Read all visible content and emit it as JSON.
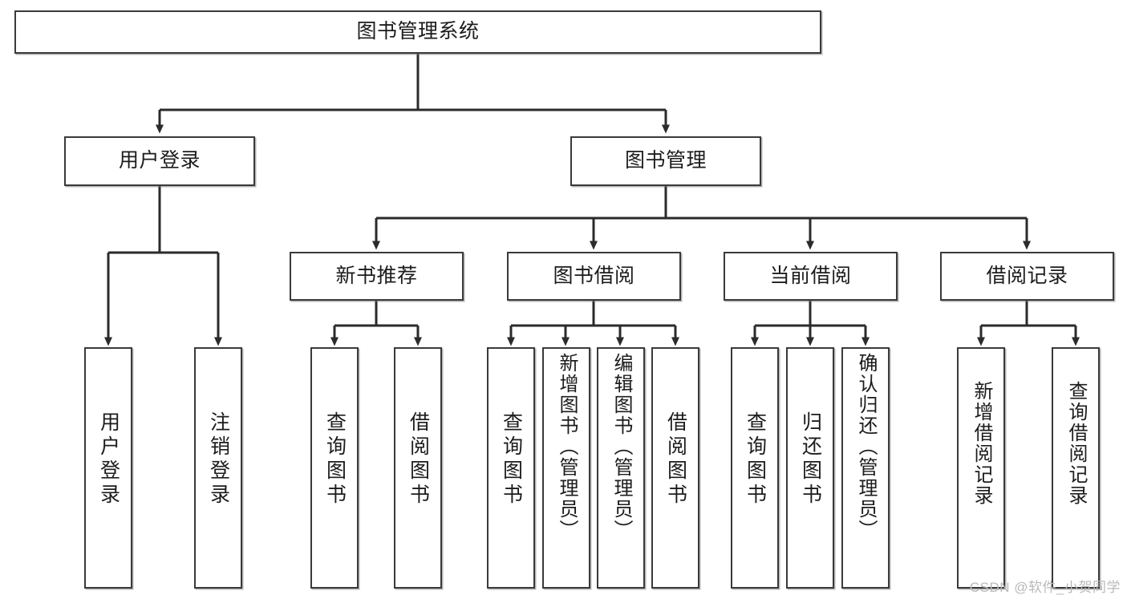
{
  "diagram": {
    "title": "图书管理系统",
    "type": "tree",
    "watermark": "CSDN @软件_小贺同学",
    "colors": {
      "box_border": "#3a3a3a",
      "box_fill": "#ffffff",
      "connector": "#2b2b2b",
      "text": "#1c1c1c",
      "watermark": "#b9b9b9",
      "background": "#ffffff"
    },
    "root": {
      "label": "图书管理系统"
    },
    "level2": [
      {
        "label": "用户登录"
      },
      {
        "label": "图书管理"
      }
    ],
    "level3": [
      {
        "label": "新书推荐"
      },
      {
        "label": "图书借阅"
      },
      {
        "label": "当前借阅"
      },
      {
        "label": "借阅记录"
      }
    ],
    "leaves": {
      "user_login": [
        {
          "label": "用户登录"
        },
        {
          "label": "注销登录"
        }
      ],
      "new_book_recommend": [
        {
          "label": "查询图书"
        },
        {
          "label": "借阅图书"
        }
      ],
      "book_borrow": [
        {
          "label": "查询图书"
        },
        {
          "label": "新增图书（管理员）"
        },
        {
          "label": "编辑图书（管理员）"
        },
        {
          "label": "借阅图书"
        }
      ],
      "current_borrow": [
        {
          "label": "查询图书"
        },
        {
          "label": "归还图书"
        },
        {
          "label": "确认归还（管理员）"
        }
      ],
      "borrow_record": [
        {
          "label": "新增借阅记录"
        },
        {
          "label": "查询借阅记录"
        }
      ]
    }
  }
}
